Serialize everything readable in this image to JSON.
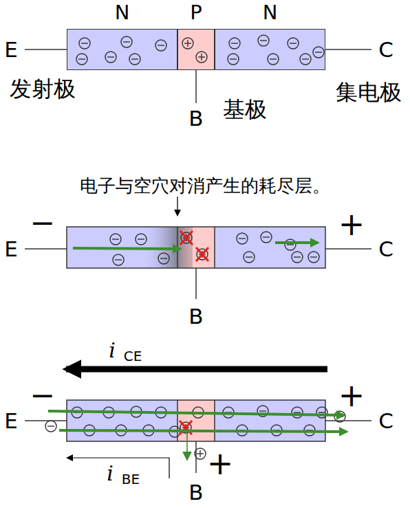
{
  "diagram": {
    "nodes": [
      {
        "text": [
          "N"
        ]
      },
      {
        "text": [
          "P"
        ]
      },
      {
        "text": [
          "N"
        ]
      }
    ],
    "labels": [
      "E",
      "发射极",
      "B",
      "基极",
      "C",
      "集电极",
      "电子与空穴对消产生的耗尽层。",
      "−",
      "E",
      "+",
      "C",
      "B",
      "i",
      "CE",
      "−",
      "E",
      "+",
      "C",
      "+",
      "B",
      "i",
      "BE"
    ]
  }
}
